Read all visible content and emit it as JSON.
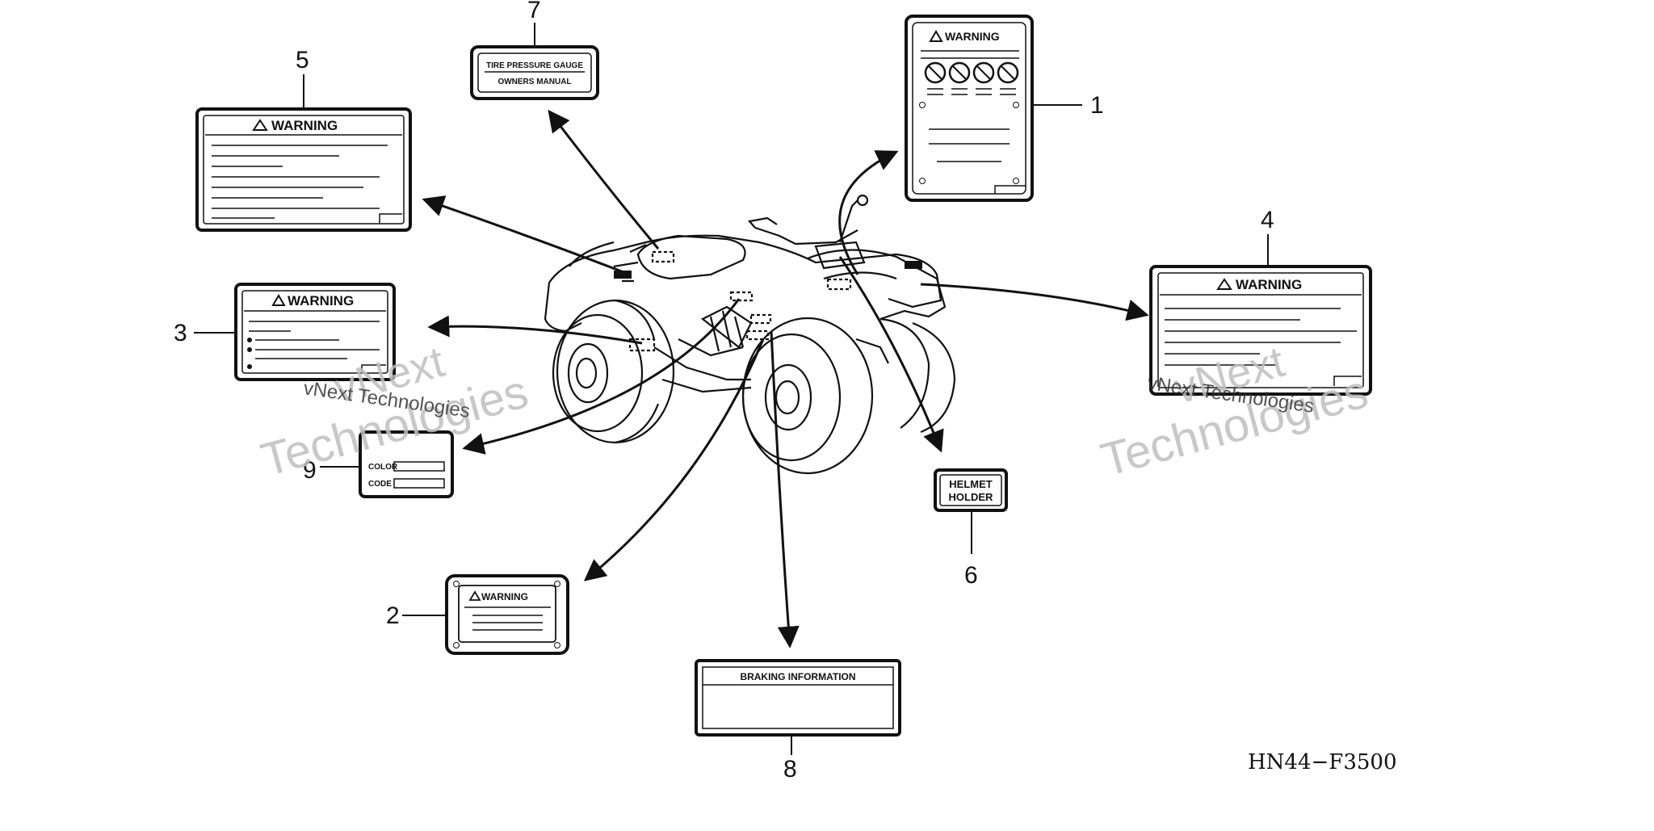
{
  "labels": {
    "l1": {
      "number": "1",
      "title": "WARNING"
    },
    "l2": {
      "number": "2",
      "title": "WARNING"
    },
    "l3": {
      "number": "3",
      "title": "WARNING"
    },
    "l4": {
      "number": "4",
      "title": "WARNING"
    },
    "l5": {
      "number": "5",
      "title": "WARNING"
    },
    "l6": {
      "number": "6",
      "line1": "HELMET",
      "line2": "HOLDER"
    },
    "l7": {
      "number": "7",
      "line1": "TIRE PRESSURE GAUGE",
      "line2": "OWNERS MANUAL"
    },
    "l8": {
      "number": "8",
      "title": "BRAKING INFORMATION"
    },
    "l9": {
      "number": "9",
      "field1": "COLOR",
      "field2": "CODE"
    }
  },
  "watermark": {
    "line1": "vNext",
    "line2": "Technologies",
    "caption": "vNext Technologies"
  },
  "diagram_code": "HN44−F3500",
  "colors": {
    "ink": "#111111",
    "watermark": "#bfbfbf",
    "background": "#ffffff"
  }
}
